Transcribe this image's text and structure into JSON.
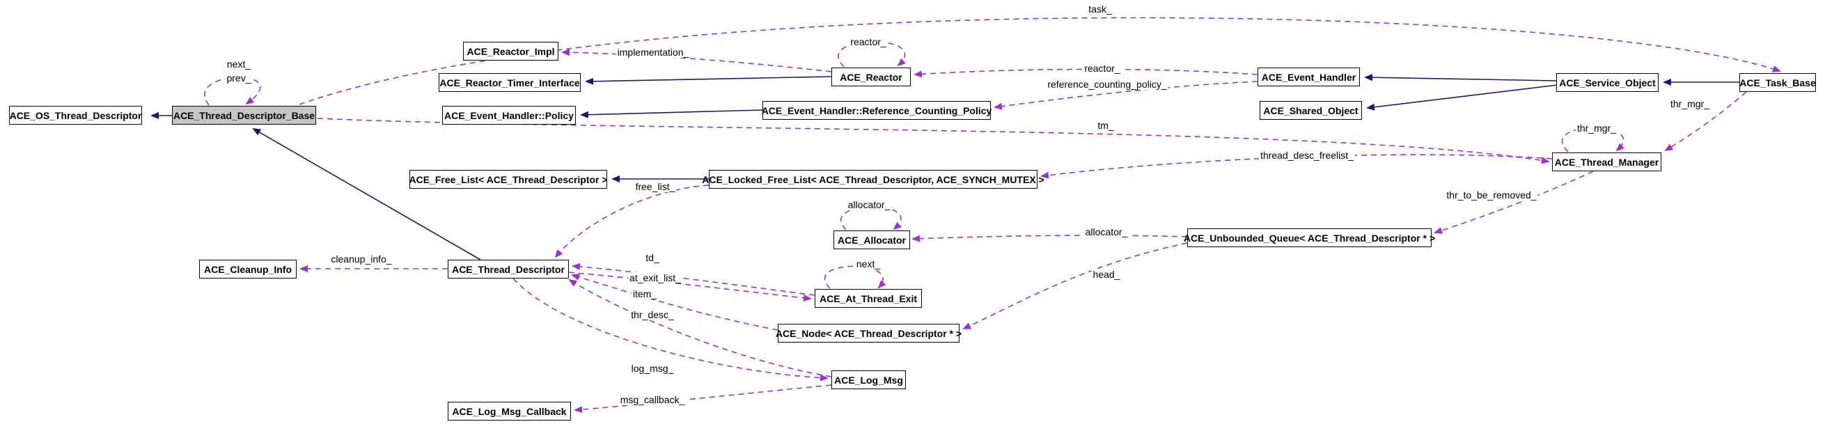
{
  "diagram": {
    "kind": "collaboration-graph",
    "colors": {
      "inheritance_edge": "#191970",
      "usage_edge": "#9a32cd",
      "node_border": "#000000",
      "node_fill": "#ffffff",
      "focus_node_fill": "#c6c6c6"
    },
    "nodes": {
      "os_thread_descriptor": "ACE_OS_Thread_Descriptor",
      "thread_descriptor_base": "ACE_Thread_Descriptor_Base",
      "reactor_impl": "ACE_Reactor_Impl",
      "reactor_timer_interface": "ACE_Reactor_Timer_Interface",
      "event_handler_policy": "ACE_Event_Handler::Policy",
      "free_list": "ACE_Free_List< ACE_Thread_Descriptor >",
      "cleanup_info": "ACE_Cleanup_Info",
      "thread_descriptor": "ACE_Thread_Descriptor",
      "log_msg_callback": "ACE_Log_Msg_Callback",
      "reactor": "ACE_Reactor",
      "reference_counting_policy": "ACE_Event_Handler::Reference_Counting_Policy",
      "locked_free_list": "ACE_Locked_Free_List< ACE_Thread_Descriptor, ACE_SYNCH_MUTEX >",
      "allocator": "ACE_Allocator",
      "at_thread_exit": "ACE_At_Thread_Exit",
      "node_td": "ACE_Node< ACE_Thread_Descriptor * >",
      "log_msg": "ACE_Log_Msg",
      "unbounded_queue": "ACE_Unbounded_Queue< ACE_Thread_Descriptor * >",
      "event_handler": "ACE_Event_Handler",
      "shared_object": "ACE_Shared_Object",
      "thread_manager": "ACE_Thread_Manager",
      "service_object": "ACE_Service_Object",
      "task_base": "ACE_Task_Base"
    },
    "edge_labels": {
      "task": "task_",
      "next": "next_",
      "prev": "prev_",
      "implementation": "implementation_",
      "reactor_singleton": "reactor_",
      "reactor": "reactor_",
      "reference_counting_policy": "reference_counting_policy_",
      "tm": "tm_",
      "thread_desc_freelist": "thread_desc_freelist_",
      "thr_mgr_singleton": "thr_mgr_",
      "thr_mgr": "thr_mgr_",
      "free_list": "free_list_",
      "allocator_singleton": "allocator_",
      "allocator": "allocator_",
      "thr_to_be_removed": "thr_to_be_removed_",
      "cleanup_info": "cleanup_info_",
      "td": "td_",
      "at_exit_list": "at_exit_list_",
      "next_at_thread_exit": "next_",
      "item": "item_",
      "head": "head_",
      "thr_desc": "thr_desc_",
      "log_msg": "log_msg_",
      "msg_callback": "msg_callback_"
    }
  }
}
